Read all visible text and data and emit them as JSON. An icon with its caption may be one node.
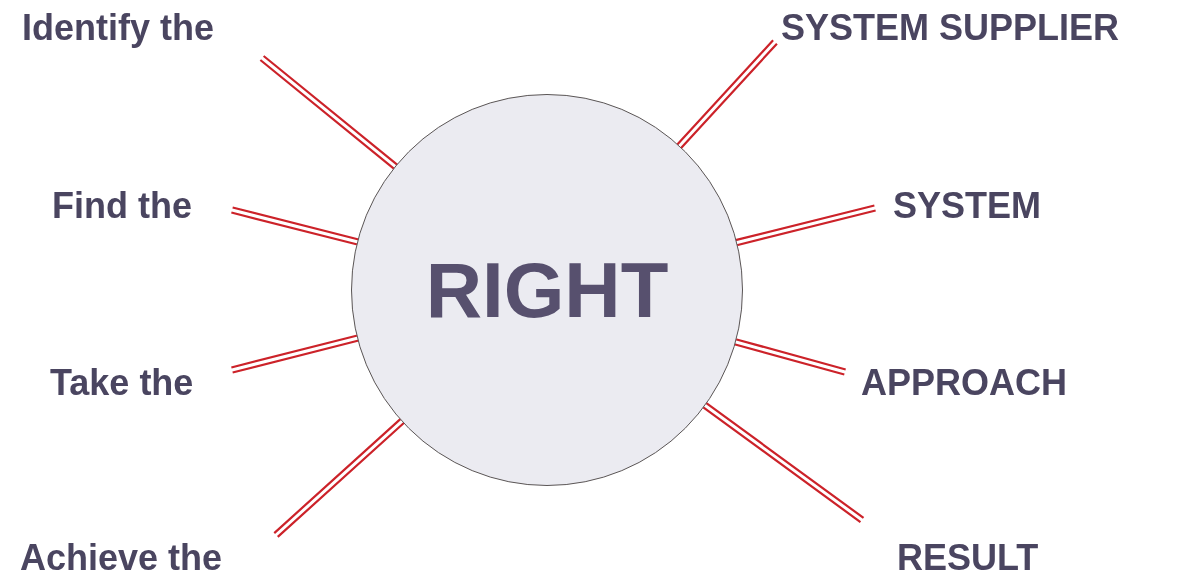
{
  "diagram": {
    "nodes": [
      {
        "text": [
          "RIGHT"
        ]
      },
      {
        "text": [
          "Identify the"
        ]
      },
      {
        "text": [
          "SYSTEM SUPPLIER"
        ]
      },
      {
        "text": [
          "Find the"
        ]
      },
      {
        "text": [
          "SYSTEM"
        ]
      },
      {
        "text": [
          "Take the"
        ]
      },
      {
        "text": [
          "APPROACH"
        ]
      },
      {
        "text": [
          "Achieve the"
        ]
      },
      {
        "text": [
          "RESULT"
        ]
      }
    ],
    "edges": [
      {
        "from": 1,
        "to": 0,
        "arrow": "none"
      },
      {
        "from": 2,
        "to": 0,
        "arrow": "none"
      },
      {
        "from": 3,
        "to": 0,
        "arrow": "none"
      },
      {
        "from": 4,
        "to": 0,
        "arrow": "none"
      },
      {
        "from": 5,
        "to": 0,
        "arrow": "none"
      },
      {
        "from": 6,
        "to": 0,
        "arrow": "none"
      },
      {
        "from": 7,
        "to": 0,
        "arrow": "none"
      },
      {
        "from": 8,
        "to": 0,
        "arrow": "none"
      }
    ]
  }
}
